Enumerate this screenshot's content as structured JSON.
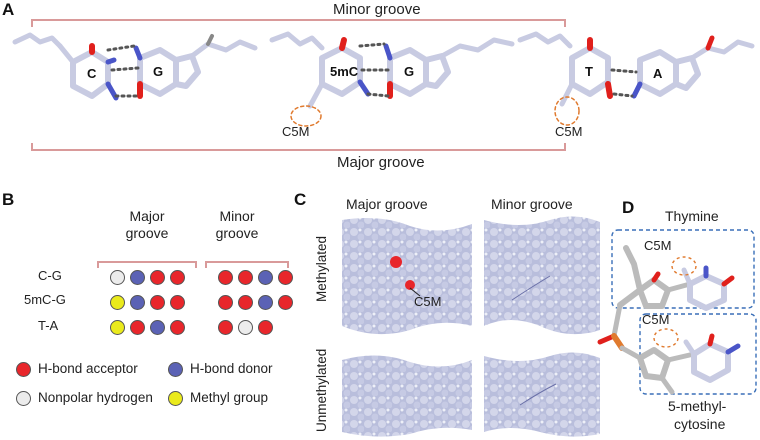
{
  "panel_letters": {
    "a": "A",
    "b": "B",
    "c": "C",
    "d": "D"
  },
  "panel_a": {
    "minor_groove": "Minor groove",
    "major_groove": "Major groove",
    "pairs": [
      {
        "left_base": "C",
        "right_base": "G",
        "methyl_label": ""
      },
      {
        "left_base": "5mC",
        "right_base": "G",
        "methyl_label": "C5M"
      },
      {
        "left_base": "T",
        "right_base": "A",
        "methyl_label": "C5M"
      }
    ]
  },
  "panel_b": {
    "col_major": [
      "Major",
      "groove"
    ],
    "col_minor": [
      "Minor",
      "groove"
    ],
    "rows": [
      {
        "label": "C-G",
        "major": [
          "gray",
          "blue",
          "red",
          "red"
        ],
        "minor": [
          "red",
          "red",
          "blue",
          "red"
        ]
      },
      {
        "label": "5mC-G",
        "major": [
          "yellow",
          "blue",
          "red",
          "red"
        ],
        "minor": [
          "red",
          "red",
          "blue",
          "red"
        ]
      },
      {
        "label": "T-A",
        "major": [
          "yellow",
          "red",
          "blue",
          "red"
        ],
        "minor": [
          "red",
          "gray",
          "red"
        ]
      }
    ],
    "legend": [
      {
        "key": "red",
        "label": "H-bond acceptor"
      },
      {
        "key": "blue",
        "label": "H-bond donor"
      },
      {
        "key": "gray",
        "label": "Nonpolar hydrogen"
      },
      {
        "key": "yellow",
        "label": "Methyl group"
      }
    ],
    "colors": {
      "red": "#e8262b",
      "blue": "#5b62b5",
      "gray": "#ececec",
      "yellow": "#eaea1c"
    }
  },
  "panel_c": {
    "col_major": "Major groove",
    "col_minor": "Minor groove",
    "row_methylated": "Methylated",
    "row_unmethylated": "Unmethylated",
    "c5m_label": "C5M"
  },
  "panel_d": {
    "title": "Thymine",
    "c5m_top": "C5M",
    "c5m_bottom": "C5M",
    "bottom_label_1": "5-methyl-",
    "bottom_label_2": "cytosine"
  },
  "colors": {
    "bracket": "#d99a9a",
    "surface": "#b9bedc",
    "dashed_box": "#3a6fb8",
    "methyl_circle": "#e07a2e",
    "stick_base": "#c8cbe2",
    "oxygen": "#e0201c",
    "nitrogen": "#4a55c8",
    "carbon_gray": "#bbbbbb"
  }
}
